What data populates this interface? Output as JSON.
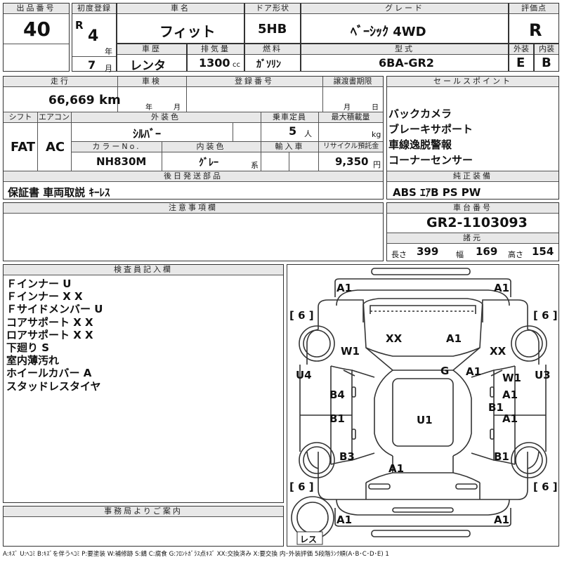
{
  "header": {
    "lot_no_label": "出品番号",
    "lot_no": "40",
    "reg_label": "初度登録",
    "era": "R",
    "year": "4",
    "year_unit": "年",
    "month": "7",
    "month_unit": "月",
    "car_name_label": "車名",
    "car_name": "フィット",
    "door_label": "ドア形状",
    "door": "5HB",
    "grade_label": "グレード",
    "grade": "ﾍﾞｰｼｯｸ 4WD",
    "score_label": "評価点",
    "score": "R",
    "history_label": "車歴",
    "history": "レンタ",
    "displacement_label": "排気量",
    "displacement": "1300",
    "displacement_unit": "cc",
    "fuel_label": "燃料",
    "fuel": "ｶﾞｿﾘﾝ",
    "model_label": "型式",
    "model": "6BA-GR2",
    "ext_label": "外装",
    "ext": "E",
    "int_label": "内装",
    "int": "B"
  },
  "info": {
    "mileage_label": "走行",
    "mileage": "66,669",
    "mileage_unit": "km",
    "inspection_label": "車検",
    "insp_year_unit": "年",
    "insp_month_unit": "月",
    "plate_label": "登録番号",
    "transfer_label": "譲渡書期限",
    "transfer_month_unit": "月",
    "transfer_day_unit": "日",
    "shift_label": "シフト",
    "shift": "FAT",
    "ac_label": "エアコン",
    "ac": "AC",
    "color_label": "外装色",
    "color": "ｼﾙﾊﾞｰ",
    "capacity_label": "乗車定員",
    "capacity": "5",
    "capacity_unit": "人",
    "load_label": "最大積載量",
    "load_unit": "kg",
    "color_no_label": "カラーNo.",
    "color_no": "NH830M",
    "interior_color_label": "内装色",
    "interior_color": "ｸﾞﾚｰ",
    "interior_suffix": "系",
    "import_label": "輸入車",
    "recycle_label": "リサイクル預託金",
    "recycle": "9,350",
    "recycle_unit": "円",
    "later_label": "後日発送部品",
    "later": "保証書 車両取説 ｷｰﾚｽ"
  },
  "sales": {
    "title": "セールスポイント",
    "points": [
      "バックカメラ",
      "ブレーキサポート",
      "車線逸脱警報",
      "コーナーセンサー"
    ],
    "equip_title": "純正装備",
    "equip": "ABS ｴｱB PS PW"
  },
  "notes": {
    "title": "注意事項欄"
  },
  "chassis": {
    "title": "車台番号",
    "number": "GR2-1103093",
    "spec_title": "諸元",
    "length_label": "長さ",
    "length": "399",
    "width_label": "幅",
    "width": "169",
    "height_label": "高さ",
    "height": "154"
  },
  "inspector": {
    "title": "検査員記入欄",
    "lines": [
      "Ｆインナー U",
      "Ｆインナー X X",
      "Ｆサイドメンバー U",
      "コアサポート X X",
      "ロアサポート X X",
      "下廻り S",
      "室内薄汚れ",
      "ホイールカバー A",
      "スタッドレスタイヤ"
    ]
  },
  "office": {
    "title": "事務局よりご案内"
  },
  "diagram": {
    "labels": [
      "A1",
      "A1",
      "[ 6 ]",
      "[ 6 ]",
      "XX",
      "A1",
      "W1",
      "XX",
      "G",
      "A1",
      "W1",
      "U4",
      "U3",
      "B4",
      "A1",
      "B1",
      "B1",
      "U1",
      "A1",
      "B3",
      "B1",
      "A1",
      "[ 6 ]",
      "[ 6 ]",
      "A1",
      "A1"
    ],
    "bottom": "レス"
  },
  "legend": "A:ｷｽﾞ U:ﾍｺﾐ B:ｷｽﾞを伴うﾍｺﾐ P:要塗装 W:補修跡 S:錆 C:腐食 G:ﾌﾛﾝﾄｶﾞﾗｽ点ｷｽﾞ XX:交換済み X:要交換 内･外装評価 5段階ﾗﾝｸ順(A･B･C･D･E) 1"
}
